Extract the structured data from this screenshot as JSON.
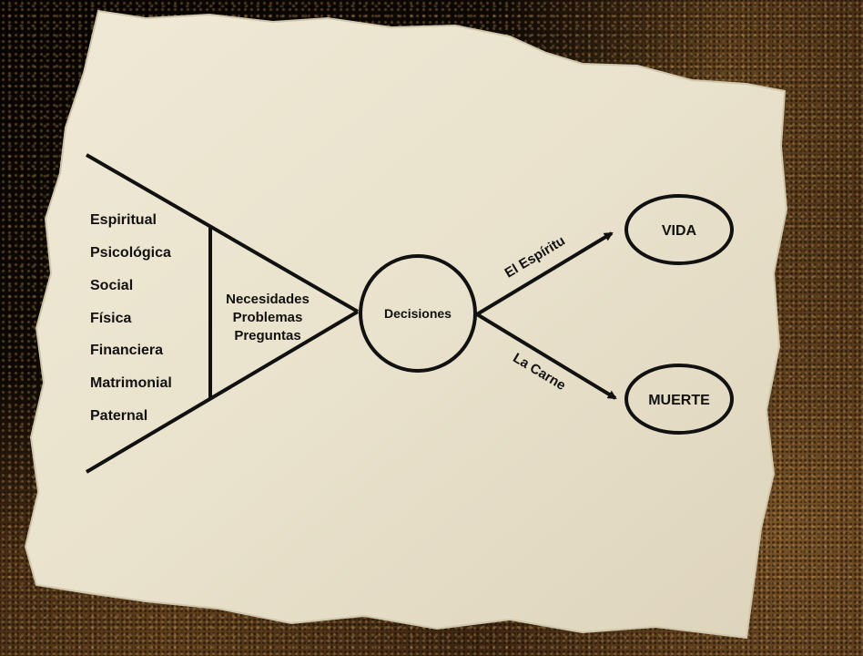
{
  "left_items": [
    "Espiritual",
    "Psicológica",
    "Social",
    "Física",
    "Financiera",
    "Matrimonial",
    "Paternal"
  ],
  "triangle_lines": [
    "Necesidades",
    "Problemas",
    "Preguntas"
  ],
  "center": "Decisiones",
  "upper_path": {
    "label": "El Espíritu",
    "outcome": "VIDA"
  },
  "lower_path": {
    "label": "La Carne",
    "outcome": "MUERTE"
  }
}
